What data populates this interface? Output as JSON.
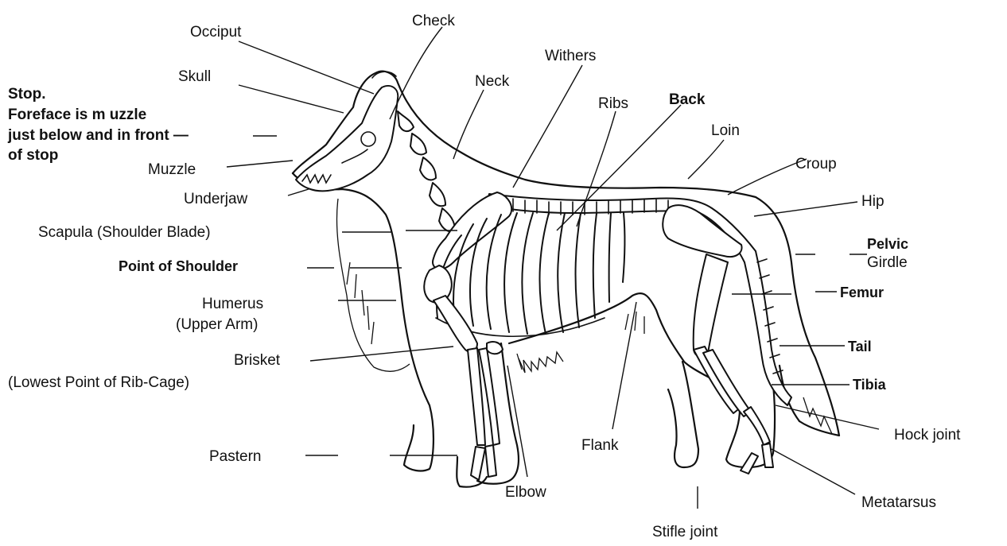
{
  "labels": {
    "occiput": "Occiput",
    "check": "Check",
    "withers": "Withers",
    "skull": "Skull",
    "neck": "Neck",
    "ribs": "Ribs",
    "back": "Back",
    "loin": "Loin",
    "croup": "Croup",
    "stop_title": "Stop.",
    "stop_line1": "Foreface is m uzzle",
    "stop_line2": "just below and in front —",
    "stop_line3": "of stop",
    "muzzle": "Muzzle",
    "underjaw": "Underjaw",
    "scapula": "Scapula  (Shoulder Blade)",
    "hip": "Hip",
    "pelvic": "Pelvic",
    "girdle": "Girdle",
    "point_of_shoulder": "Point of Shoulder",
    "humerus": "Humerus",
    "upper_arm": "(Upper Arm)",
    "femur": "Femur",
    "brisket": "Brisket",
    "lowest_point": "(Lowest Point of Rib-Cage)",
    "tail": "Tail",
    "tibia": "Tibia",
    "hock_joint": "Hock joint",
    "pastern": "Pastern",
    "flank": "Flank",
    "elbow": "Elbow",
    "metatarsus": "Metatarsus",
    "stifle_joint": "Stifle joint"
  }
}
